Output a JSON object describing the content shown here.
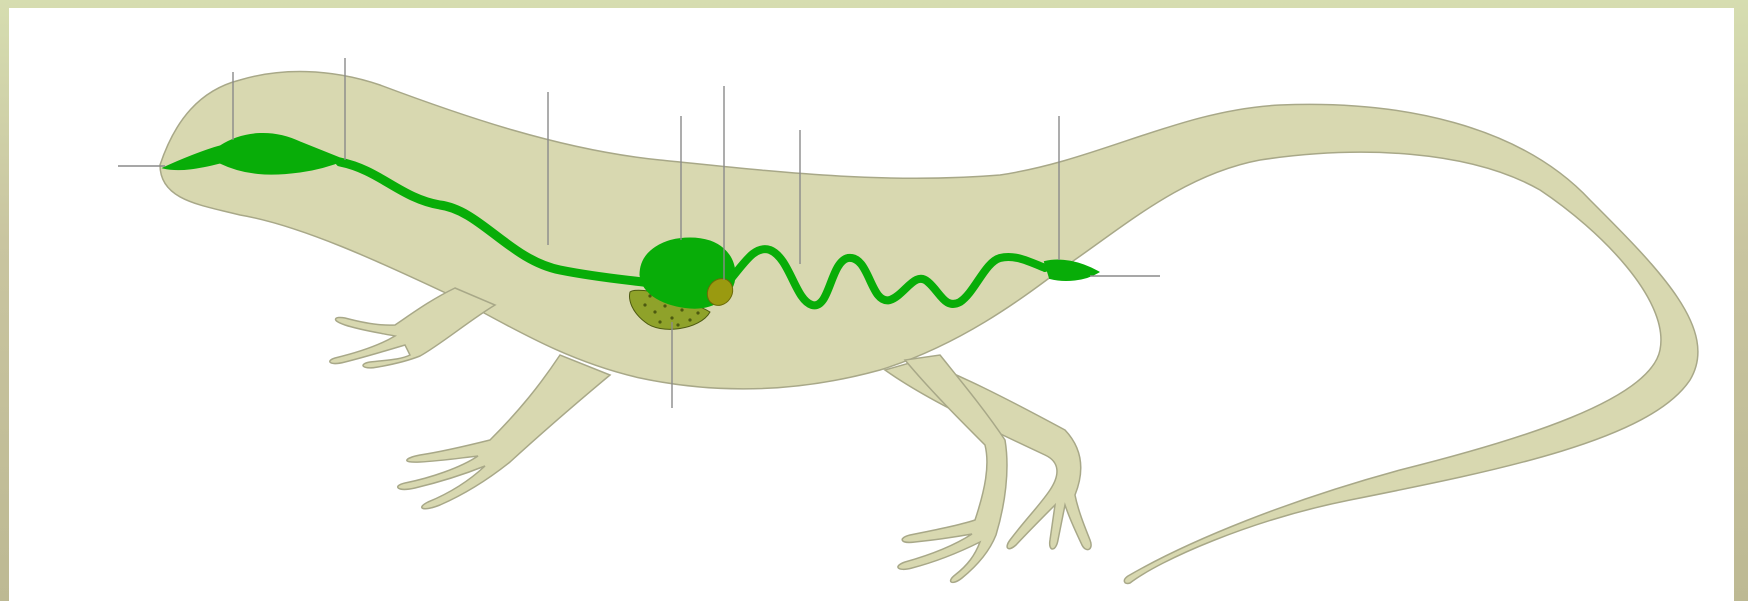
{
  "figure": {
    "subject": "lizard-digestive-system",
    "colors": {
      "background_frame": "#c9c5a0",
      "panel": "#ffffff",
      "body_fill": "#d8d8b0",
      "body_outline": "#a8a888",
      "digestive_tract": "#08ad08",
      "liver": "#8fa22a",
      "liver_spots": "#4d5a10",
      "gallbladder": "#9a9a10",
      "leader_line": "#8a8a8a"
    },
    "labels": [
      {
        "id": "mouth",
        "text": ""
      },
      {
        "id": "oral-cavity",
        "text": ""
      },
      {
        "id": "pharynx",
        "text": ""
      },
      {
        "id": "esophagus",
        "text": ""
      },
      {
        "id": "stomach",
        "text": ""
      },
      {
        "id": "gallbladder",
        "text": ""
      },
      {
        "id": "small-intestine",
        "text": ""
      },
      {
        "id": "cloaca",
        "text": ""
      },
      {
        "id": "vent",
        "text": ""
      },
      {
        "id": "liver",
        "text": ""
      }
    ]
  }
}
